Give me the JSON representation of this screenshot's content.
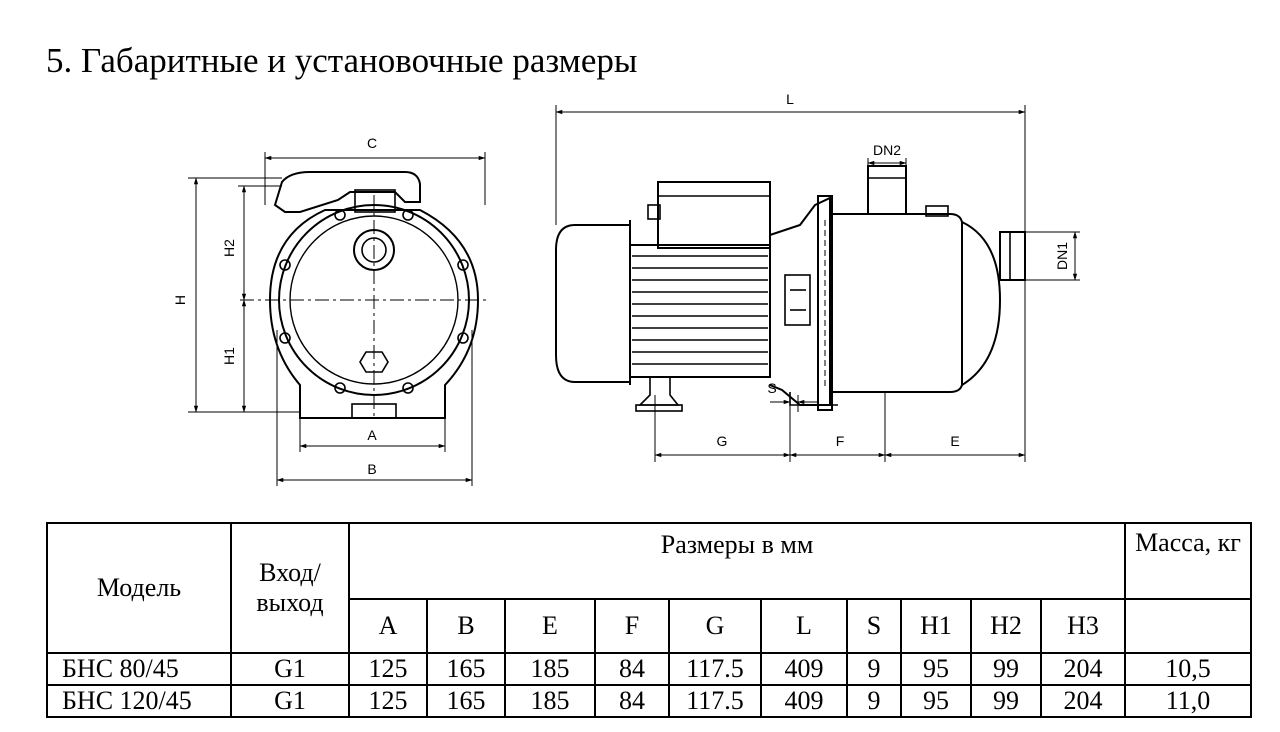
{
  "title": "5. Габаритные и установочные размеры",
  "drawing_labels": {
    "C": "C",
    "H": "H",
    "H1": "H1",
    "H2": "H2",
    "A": "A",
    "B": "B",
    "L": "L",
    "DN2": "DN2",
    "DN1": "DN1",
    "S": "S",
    "G": "G",
    "F": "F",
    "E": "E"
  },
  "table": {
    "model_header": "Модель",
    "io_header": "Вход/ выход",
    "dims_header": "Размеры в мм",
    "mass_header": "Масса, кг",
    "columns": [
      "A",
      "B",
      "E",
      "F",
      "G",
      "L",
      "S",
      "H1",
      "H2",
      "H3"
    ],
    "rows": [
      {
        "model": "БНС 80/45",
        "io": "G1",
        "values": [
          "125",
          "165",
          "185",
          "84",
          "117.5",
          "409",
          "9",
          "95",
          "99",
          "204"
        ],
        "mass": "10,5"
      },
      {
        "model": "БНС 120/45",
        "io": "G1",
        "values": [
          "125",
          "165",
          "185",
          "84",
          "117.5",
          "409",
          "9",
          "95",
          "99",
          "204"
        ],
        "mass": "11,0"
      }
    ]
  }
}
